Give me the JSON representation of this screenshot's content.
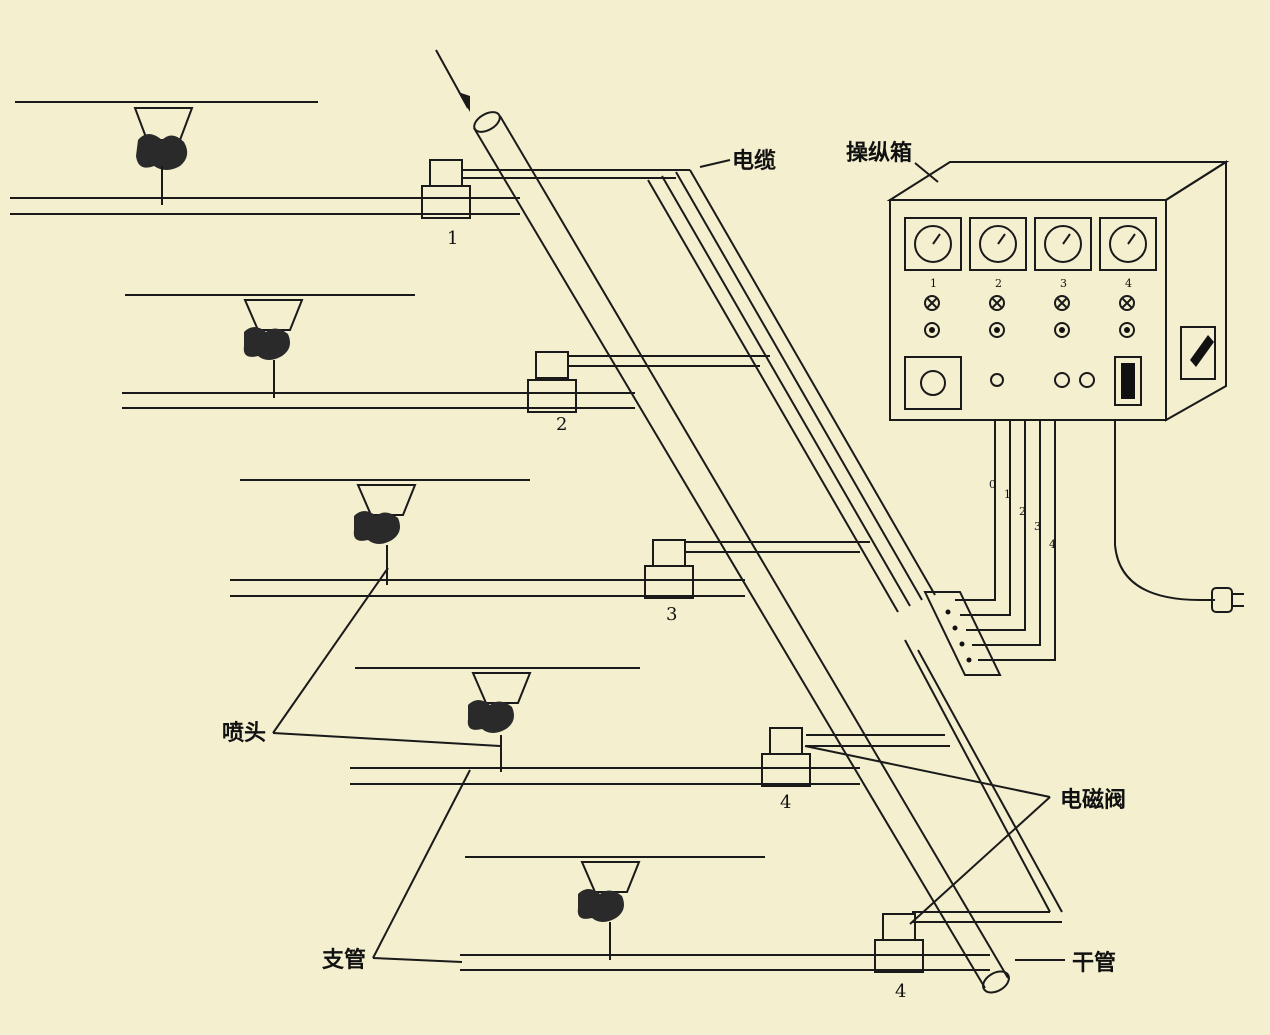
{
  "labels": {
    "cable": "电缆",
    "control_box": "操纵箱",
    "sprinkler": "喷头",
    "solenoid_valve": "电磁阀",
    "branch_pipe": "支管",
    "main_pipe": "干管"
  },
  "valve_numbers": [
    "1",
    "2",
    "3",
    "4",
    "4"
  ],
  "panel": {
    "gauge_numbers": [
      "1",
      "2",
      "3",
      "4"
    ]
  },
  "wire_numbers": [
    "0",
    "1",
    "2",
    "3",
    "4"
  ]
}
